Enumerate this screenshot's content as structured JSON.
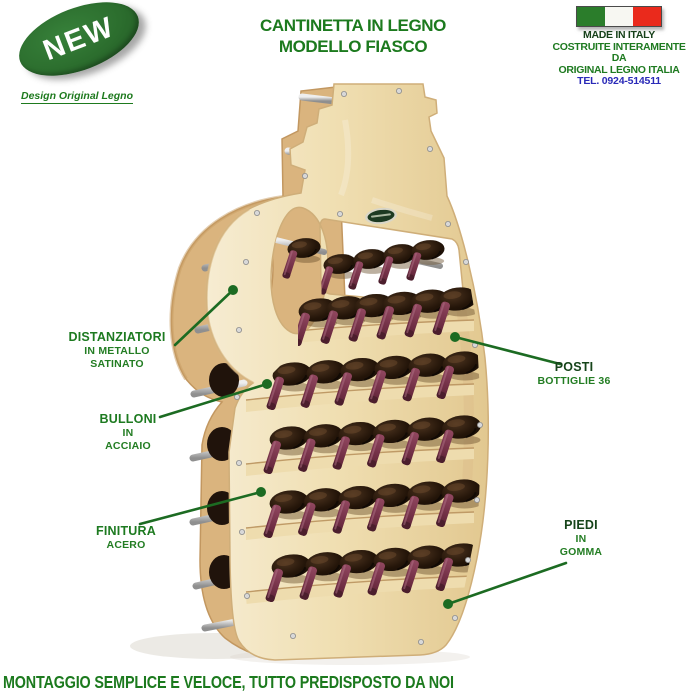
{
  "header": {
    "badge": {
      "label": "NEW"
    },
    "credit": "Design Original Legno",
    "title_line1": "CANTINETTA IN LEGNO",
    "title_line2": "MODELLO FIASCO",
    "origin": {
      "flag": "italian-flag",
      "made_in": "MADE IN ITALY",
      "line1": "COSTRUITE INTERAMENTE",
      "line2": "DA",
      "line3": "ORIGINAL LEGNO ITALIA",
      "tel": "TEL. 0924-514511"
    }
  },
  "callouts": {
    "distanziatori": {
      "title": "DISTANZIATORI",
      "sub1": "IN METALLO",
      "sub2": "SATINATO"
    },
    "bulloni": {
      "title": "BULLONI",
      "sub1": "IN",
      "sub2": "ACCIAIO"
    },
    "finitura": {
      "title": "FINITURA",
      "sub1": "ACERO"
    },
    "posti": {
      "title": "POSTI",
      "sub1": "BOTTIGLIE 36"
    },
    "piedi": {
      "title": "PIEDI",
      "sub1": "IN",
      "sub2": "GOMMA"
    }
  },
  "product": {
    "description": "wooden wine rack shaped like a fiasco demijohn bottle",
    "visible_rows": 6,
    "bottles_per_row": 6,
    "capacity": 36
  },
  "footer": {
    "text": "MONTAGGIO SEMPLICE E VELOCE, TUTTO PREDISPOSTO DA NOI"
  },
  "colors": {
    "accent_green": "#1c7a1e",
    "dark_green": "#16441a",
    "badge_green": "#2c6e2e",
    "tel_blue": "#2a2ab8",
    "flag_green": "#2b7d2b",
    "flag_red": "#ea2a1c",
    "wood_light": "#f2e3bd",
    "wood_back": "#dab47e",
    "bottle_dark": "#1a100a",
    "capsule_maroon": "#7c3a50",
    "rod_gray": "#c6c6c6",
    "callout_line": "#1c6b22"
  }
}
